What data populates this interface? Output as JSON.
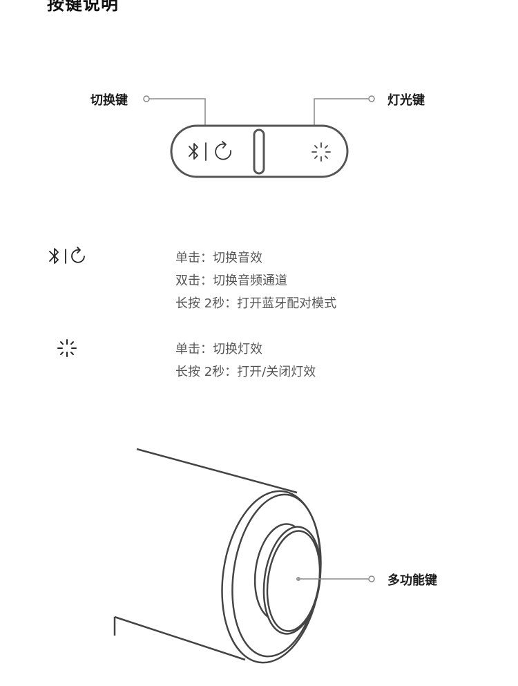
{
  "title": "按键说明",
  "callouts": {
    "switch_key": "切换键",
    "light_key": "灯光键",
    "multifunction_key": "多功能键"
  },
  "switch_section": {
    "icon": "bluetooth-sound-switch-icon",
    "lines": [
      "单击：切换音效",
      "双击：切换音频通道",
      "长按 2秒：打开蓝牙配对模式"
    ]
  },
  "light_section": {
    "icon": "light-burst-icon",
    "lines": [
      "单击：切换灯效",
      "长按 2秒：打开/关闭灯效"
    ]
  }
}
